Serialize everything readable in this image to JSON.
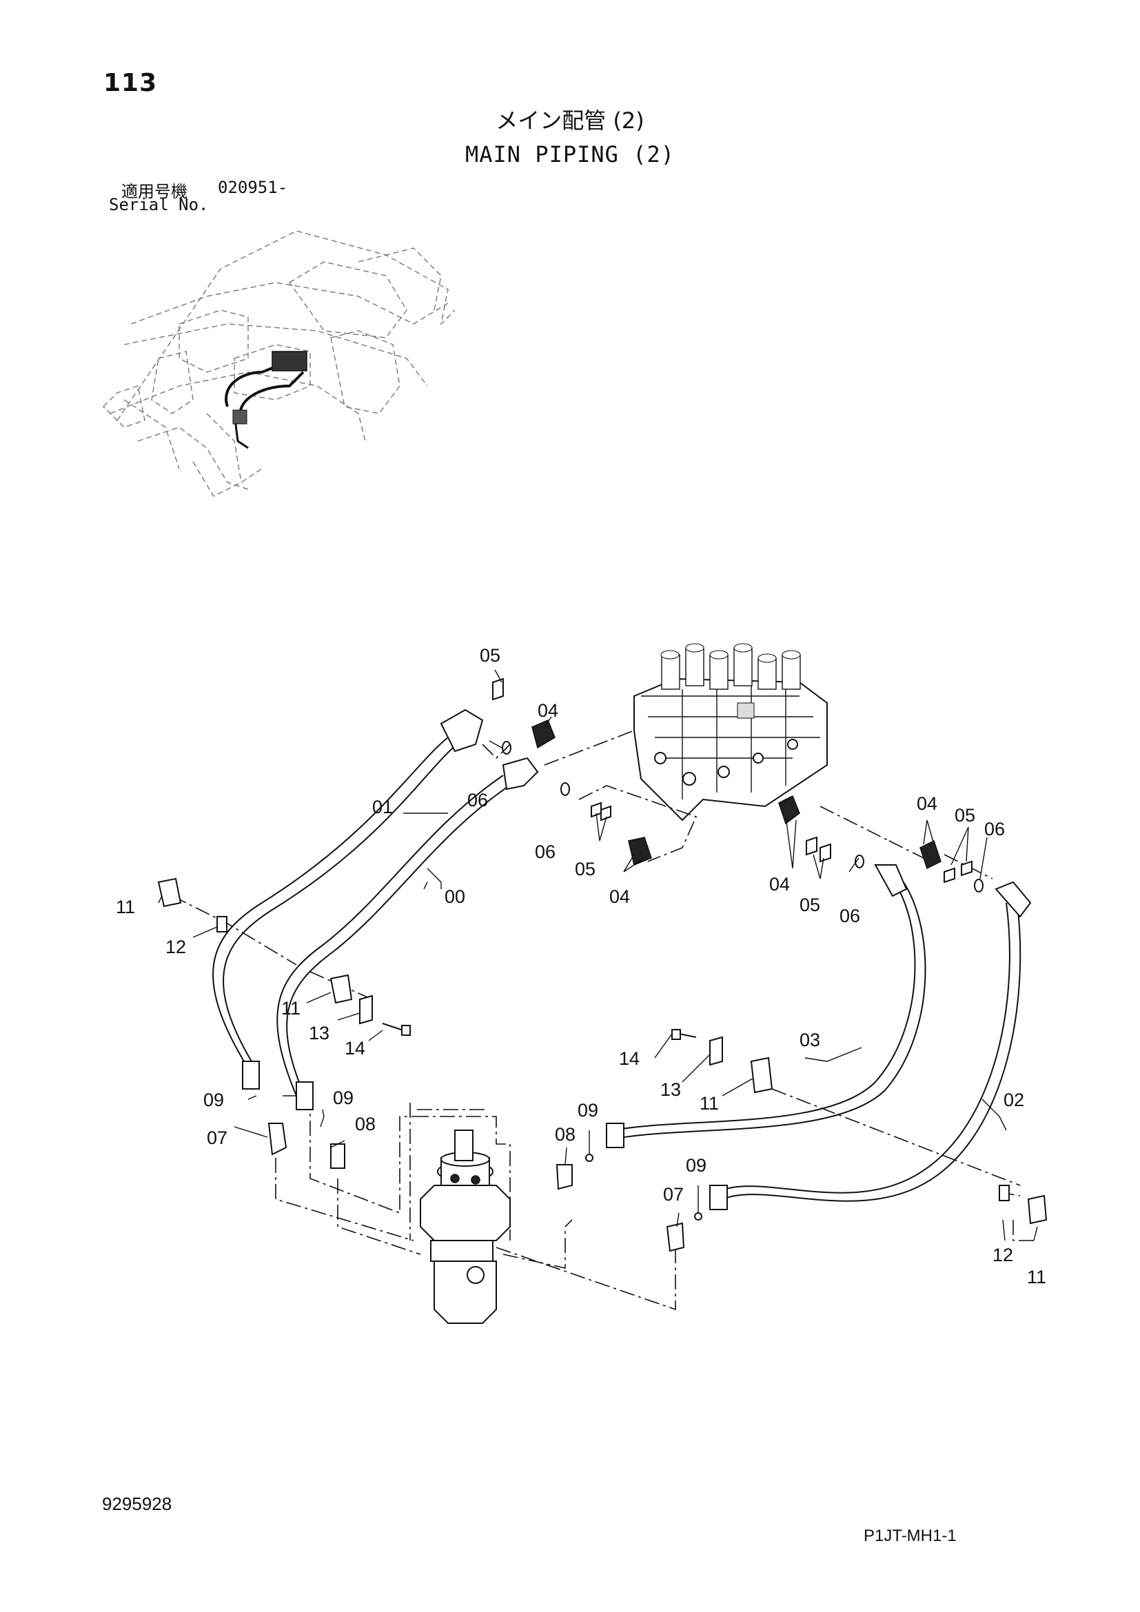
{
  "header": {
    "page_number": "113",
    "title_jp": "メイン配管 (2)",
    "title_en": "MAIN PIPING (2)",
    "serial_label_jp": "適用号機",
    "serial_value": "020951-",
    "serial_label_en": "Serial No."
  },
  "footer": {
    "doc_number": "9295928",
    "sheet_code": "P1JT-MH1-1"
  },
  "callouts": {
    "c00": "00",
    "c01": "01",
    "c02": "02",
    "c03": "03",
    "c04a": "04",
    "c04b": "04",
    "c04c": "04",
    "c04d": "04",
    "c05a": "05",
    "c05b": "05",
    "c05c": "05",
    "c05d": "05",
    "c06a": "06",
    "c06b": "06",
    "c06c": "06",
    "c06d": "06",
    "c07a": "07",
    "c07b": "07",
    "c08a": "08",
    "c08b": "08",
    "c09a": "09",
    "c09b": "09",
    "c09c": "09",
    "c09d": "09",
    "c11a": "11",
    "c11b": "11",
    "c11c": "11",
    "c11d": "11",
    "c12a": "12",
    "c12b": "12",
    "c13a": "13",
    "c13b": "13",
    "c14a": "14",
    "c14b": "14"
  }
}
